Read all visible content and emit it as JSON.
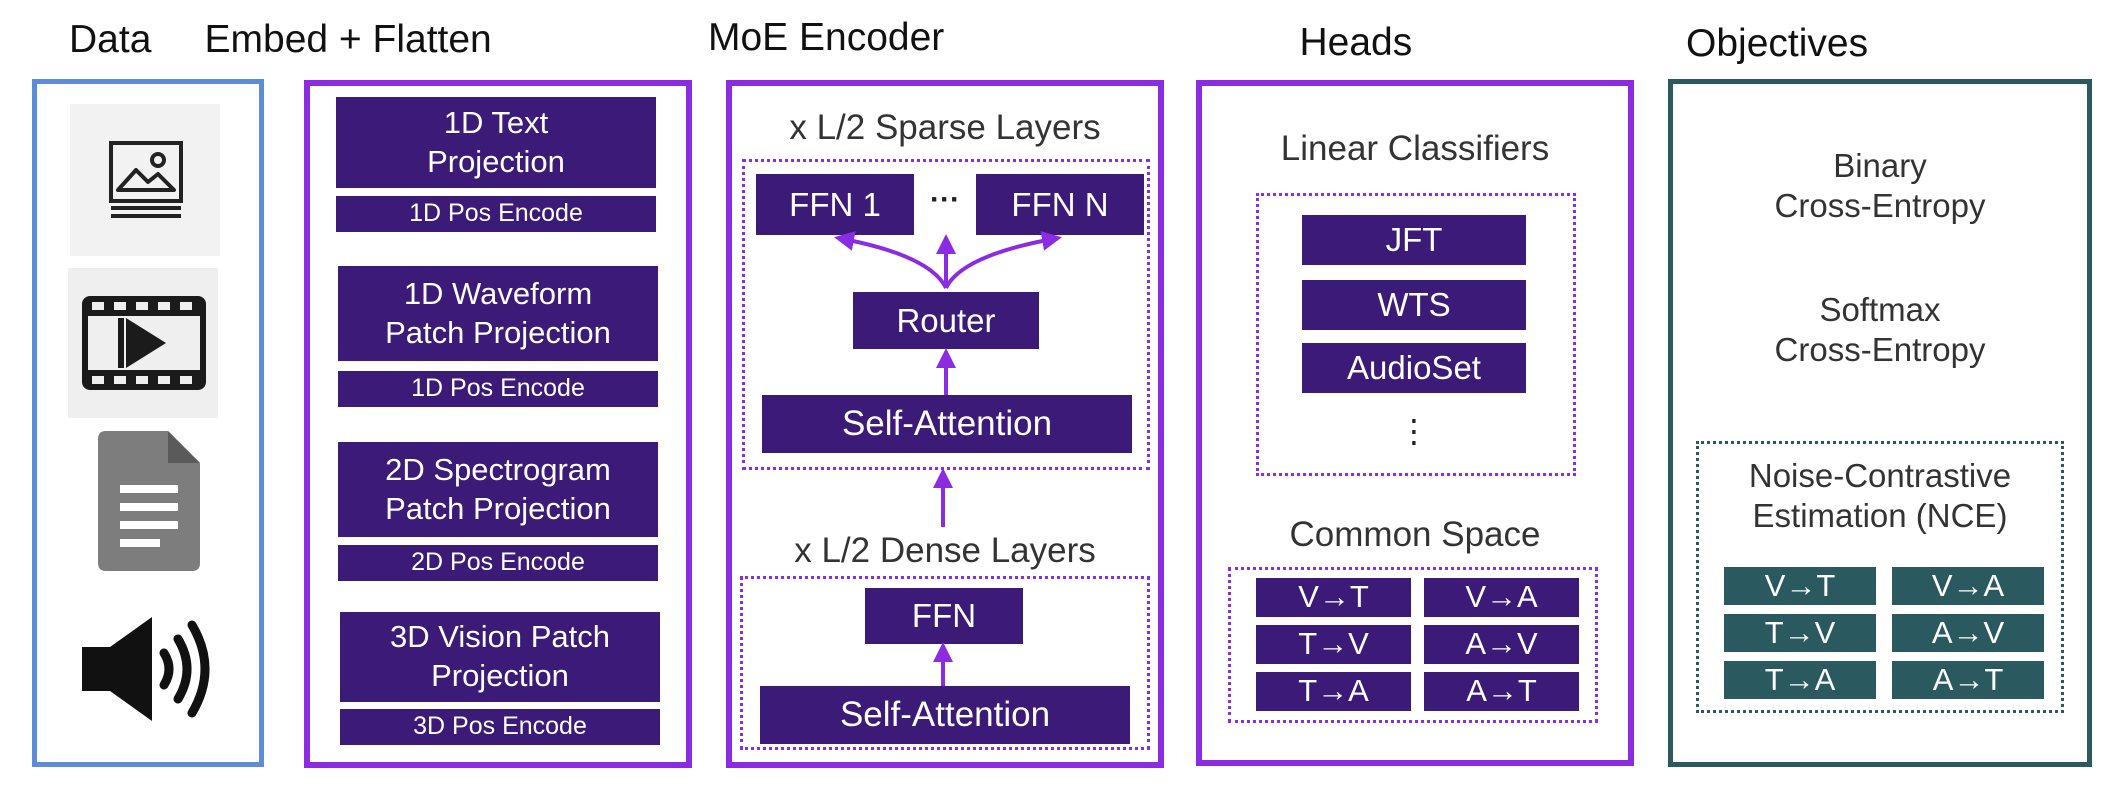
{
  "columns": {
    "data": "Data",
    "embed": "Embed + Flatten",
    "moe": "MoE Encoder",
    "heads": "Heads",
    "objectives": "Objectives"
  },
  "data_icons": [
    "image-icon",
    "video-icon",
    "document-icon",
    "speaker-icon"
  ],
  "embed": {
    "text_proj": "1D Text\nProjection",
    "text_pos": "1D Pos Encode",
    "wave_proj": "1D Waveform\nPatch Projection",
    "wave_pos": "1D Pos Encode",
    "spec_proj": "2D Spectrogram\nPatch Projection",
    "spec_pos": "2D Pos Encode",
    "vision_proj": "3D Vision Patch\nProjection",
    "vision_pos": "3D Pos Encode"
  },
  "moe": {
    "sparse_label": "x L/2 Sparse Layers",
    "ffn1": "FFN 1",
    "ellipsis": "···",
    "ffnn": "FFN N",
    "router": "Router",
    "self_attention_sparse": "Self-Attention",
    "dense_label": "x L/2 Dense Layers",
    "ffn": "FFN",
    "self_attention_dense": "Self-Attention"
  },
  "heads": {
    "linear_label": "Linear Classifiers",
    "classifiers": [
      "JFT",
      "WTS",
      "AudioSet"
    ],
    "more": "⋮",
    "common_label": "Common Space",
    "pairs": [
      "V→T",
      "V→A",
      "T→V",
      "A→V",
      "T→A",
      "A→T"
    ]
  },
  "objectives": {
    "binary": "Binary\nCross-Entropy",
    "softmax": "Softmax\nCross-Entropy",
    "nce": "Noise-Contrastive\nEstimation (NCE)",
    "pairs": [
      "V→T",
      "V→A",
      "T→V",
      "A→V",
      "T→A",
      "A→T"
    ]
  },
  "colors": {
    "data_border": "#5b8dd9",
    "purple_border": "#8b2be2",
    "box_fill": "#3b1a78",
    "teal_border": "#2a5a60",
    "teal_fill": "#2a5a60",
    "arrow": "#8b2be2"
  }
}
